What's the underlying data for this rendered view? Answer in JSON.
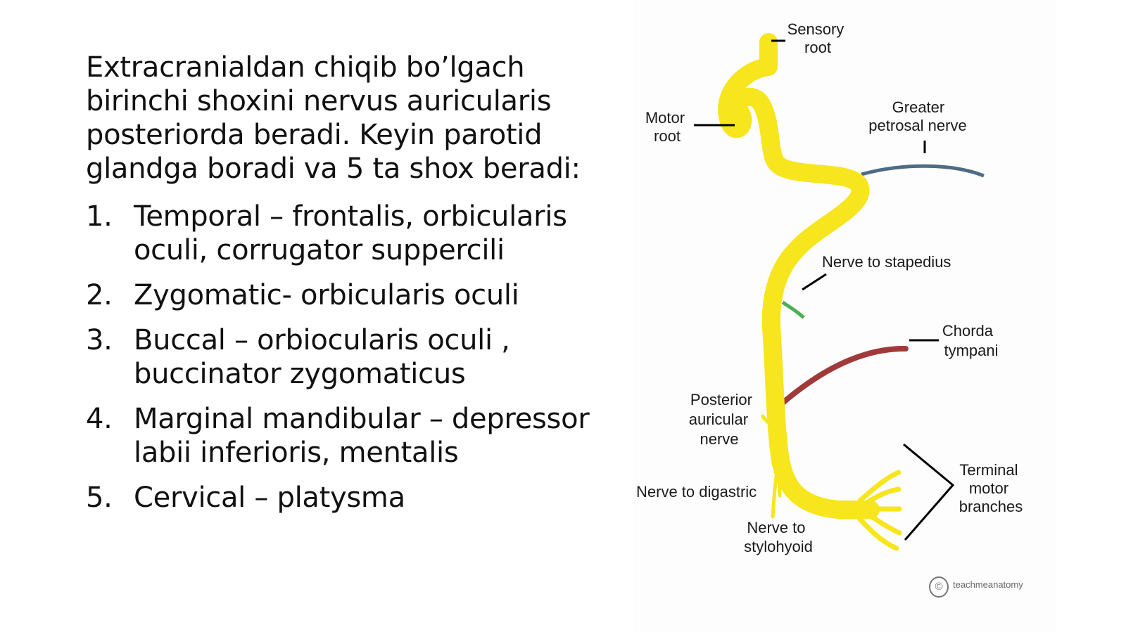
{
  "text": {
    "intro": "Extracranialdan chiqib bo’lgach birinchi shoxini nervus auricularis posteriorda beradi.  Keyin parotid glandga boradi va 5 ta shox beradi:",
    "items": [
      {
        "num": "1.",
        "text": "Temporal – frontalis, orbicularis oculi, corrugator suppercili"
      },
      {
        "num": "2.",
        "text": "Zygomatic- orbicularis oculi"
      },
      {
        "num": "3.",
        "text": "Buccal – orbiocularis oculi , buccinator zygomaticus"
      },
      {
        "num": "4.",
        "text": "Marginal mandibular – depressor labii inferioris, mentalis"
      },
      {
        "num": "5.",
        "text": " Cervical – platysma"
      }
    ]
  },
  "diagram": {
    "labels": {
      "sensory_1": "Sensory",
      "sensory_2": "root",
      "motor_1": "Motor",
      "motor_2": "root",
      "greater_1": "Greater",
      "greater_2": "petrosal nerve",
      "stapedius": "Nerve to stapedius",
      "chorda_1": "Chorda",
      "chorda_2": "tympani",
      "posterior_1": "Posterior",
      "posterior_2": "auricular",
      "posterior_3": "nerve",
      "digastric": "Nerve to digastric",
      "stylohyoid_1": "Nerve to",
      "stylohyoid_2": "stylohyoid",
      "terminal_1": "Terminal",
      "terminal_2": "motor",
      "terminal_3": "branches"
    },
    "copyright": "teachmeanatomy",
    "colors": {
      "facial_nerve": "#f7e51d",
      "petrosal": "#4f6b86",
      "chorda": "#a03a3a",
      "stapedius": "#4caf50"
    }
  }
}
